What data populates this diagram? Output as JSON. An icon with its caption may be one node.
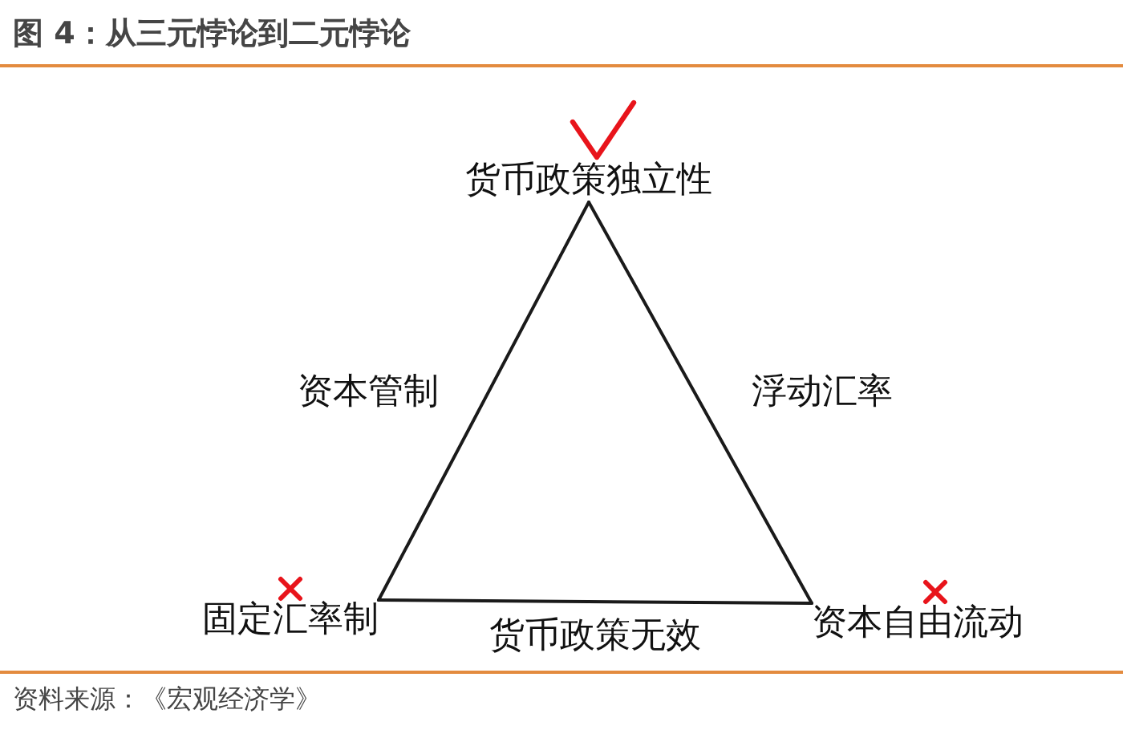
{
  "diagram": {
    "title": "图 4：从三元悖论到二元悖论",
    "caption": "资料来源：《宏观经济学》",
    "nodes": [
      {
        "text": [
          "货币政策独立性"
        ]
      },
      {
        "text": [
          "固定汇率制"
        ]
      },
      {
        "text": [
          "资本自由流动"
        ]
      }
    ],
    "edges": [
      {
        "from": 0,
        "to": 1,
        "arrow": "none",
        "label": "资本管制"
      },
      {
        "from": 0,
        "to": 2,
        "arrow": "none",
        "label": "浮动汇率"
      },
      {
        "from": 1,
        "to": 2,
        "arrow": "none",
        "label": "货币政策无效"
      }
    ]
  }
}
